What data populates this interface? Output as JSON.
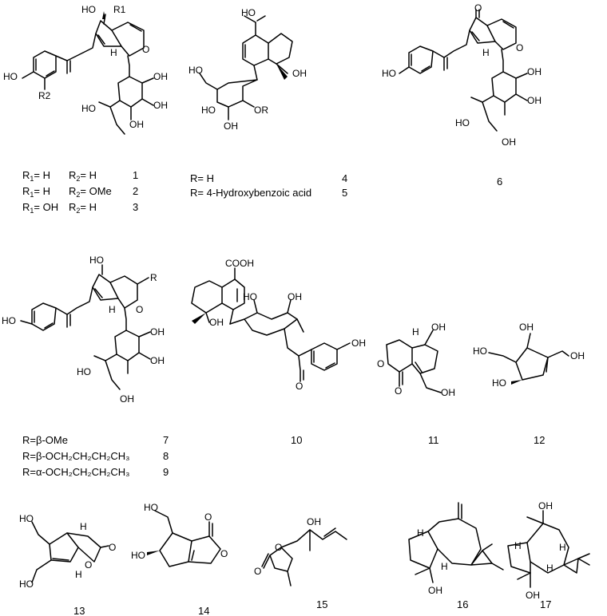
{
  "compounds": {
    "c1_3": {
      "atoms": {
        "ho_top": "HO",
        "r1": "R1",
        "h": "H",
        "o": "O",
        "ho_left": "HO",
        "r2": "R2",
        "oh_sugar1": "OH",
        "oh_sugar2": "OH",
        "ho_sugar": "HO",
        "oh_sugar3": "OH"
      },
      "legend": [
        {
          "r1": "R",
          "r1s": "1",
          "r1v": "= H",
          "r2": "R",
          "r2s": "2",
          "r2v": "= H",
          "num": "1"
        },
        {
          "r1": "R",
          "r1s": "1",
          "r1v": "= H",
          "r2": "R",
          "r2s": "2",
          "r2v": "= OMe",
          "num": "2"
        },
        {
          "r1": "R",
          "r1s": "1",
          "r1v": "= OH",
          "r2": "R",
          "r2s": "2",
          "r2v": "= H",
          "num": "3"
        }
      ]
    },
    "c4_5": {
      "atoms": {
        "cooh": "HO",
        "oh_ring": "OH",
        "ho_sugar": "HO",
        "ho_sugar2": "HO",
        "oh_sugar": "OH",
        "or": "OR"
      },
      "legend": [
        {
          "text": "R= H",
          "num": "4"
        },
        {
          "text": "R= 4-Hydroxybenzoic acid",
          "num": "5"
        }
      ]
    },
    "c6": {
      "atoms": {
        "ho": "HO",
        "oh1": "OH",
        "ho2": "HO",
        "oh2": "OH",
        "oh3": "OH",
        "h": "H"
      },
      "num": "6"
    },
    "c7_9": {
      "atoms": {
        "ho_top": "HO",
        "r": "R",
        "h": "H",
        "ho_left": "HO",
        "oh1": "OH",
        "ho_sugar": "HO",
        "oh2": "OH",
        "oh3": "OH"
      },
      "legend": [
        {
          "text": "R=β-OMe",
          "num": "7"
        },
        {
          "text": "R=β-OCH₂CH₂CH₂CH₃",
          "num": "8"
        },
        {
          "text": "R=α-OCH₂CH₂CH₂CH₃",
          "num": "9"
        }
      ]
    },
    "c10": {
      "atoms": {
        "cooh": "COOH",
        "oh_ring": "OH",
        "ho_sugar": "HO",
        "oh_sugar": "OH",
        "oh_phenol": "OH"
      },
      "num": "10"
    },
    "c11": {
      "atoms": {
        "oh1": "OH",
        "oh2": "OH",
        "h": "H"
      },
      "num": "11"
    },
    "c12": {
      "atoms": {
        "oh1": "OH",
        "ho1": "HO",
        "oh2": "OH",
        "ho2": "HO"
      },
      "num": "12"
    },
    "c13": {
      "atoms": {
        "ho1": "HO",
        "ho2": "HO",
        "h1": "H",
        "h2": "H"
      },
      "num": "13"
    },
    "c14": {
      "atoms": {
        "ho1": "HO",
        "ho2": "HO"
      },
      "num": "14"
    },
    "c15": {
      "atoms": {
        "oh": "OH"
      },
      "num": "15"
    },
    "c16": {
      "atoms": {
        "oh": "OH",
        "h1": "H",
        "h2": "H"
      },
      "num": "16"
    },
    "c17": {
      "atoms": {
        "oh1": "OH",
        "oh2": "OH",
        "h1": "H",
        "h2": "H",
        "h3": "H"
      },
      "num": "17"
    }
  }
}
